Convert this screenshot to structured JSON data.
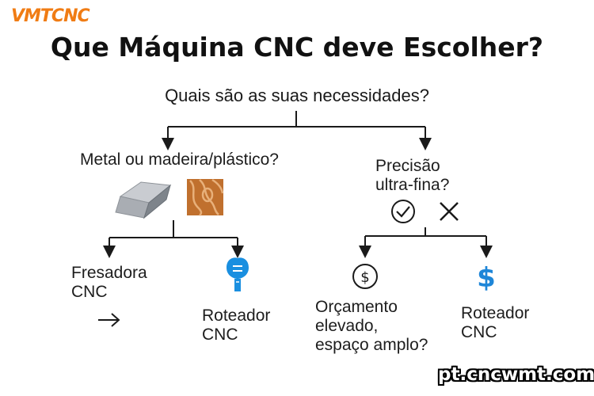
{
  "brand": {
    "logo_text": "VMTCNC",
    "watermark": "pt.cncwmt.com"
  },
  "title": "Que Máquina CNC deve Escolher?",
  "root_question": "Quais são as suas necessidades?",
  "left_branch": {
    "question": "Metal ou madeira/plástico?",
    "icons": [
      "metal-ingot-icon",
      "wood-grain-icon"
    ],
    "option_a": {
      "line1": "Fresadora",
      "line2": "CNC",
      "icon": "right-arrow-icon"
    },
    "option_b": {
      "line1": "Roteador",
      "line2": "CNC",
      "icon": "router-bit-icon"
    }
  },
  "right_branch": {
    "question_line1": "Precisão",
    "question_line2": "ultra-fina?",
    "icons": [
      "check-icon",
      "cross-icon"
    ],
    "option_a": {
      "line1": "Orçamento",
      "line2": "elevado,",
      "line3": "espaço amplo?",
      "icon": "dollar-circle-icon"
    },
    "option_b": {
      "line1": "Roteador",
      "line2": "CNC",
      "icon": "dollar-sign-icon"
    }
  },
  "colors": {
    "logo": "#f07c14",
    "router_blue": "#1a8fe0",
    "dollar_blue": "#1e86d8",
    "wood": "#c0702e"
  }
}
